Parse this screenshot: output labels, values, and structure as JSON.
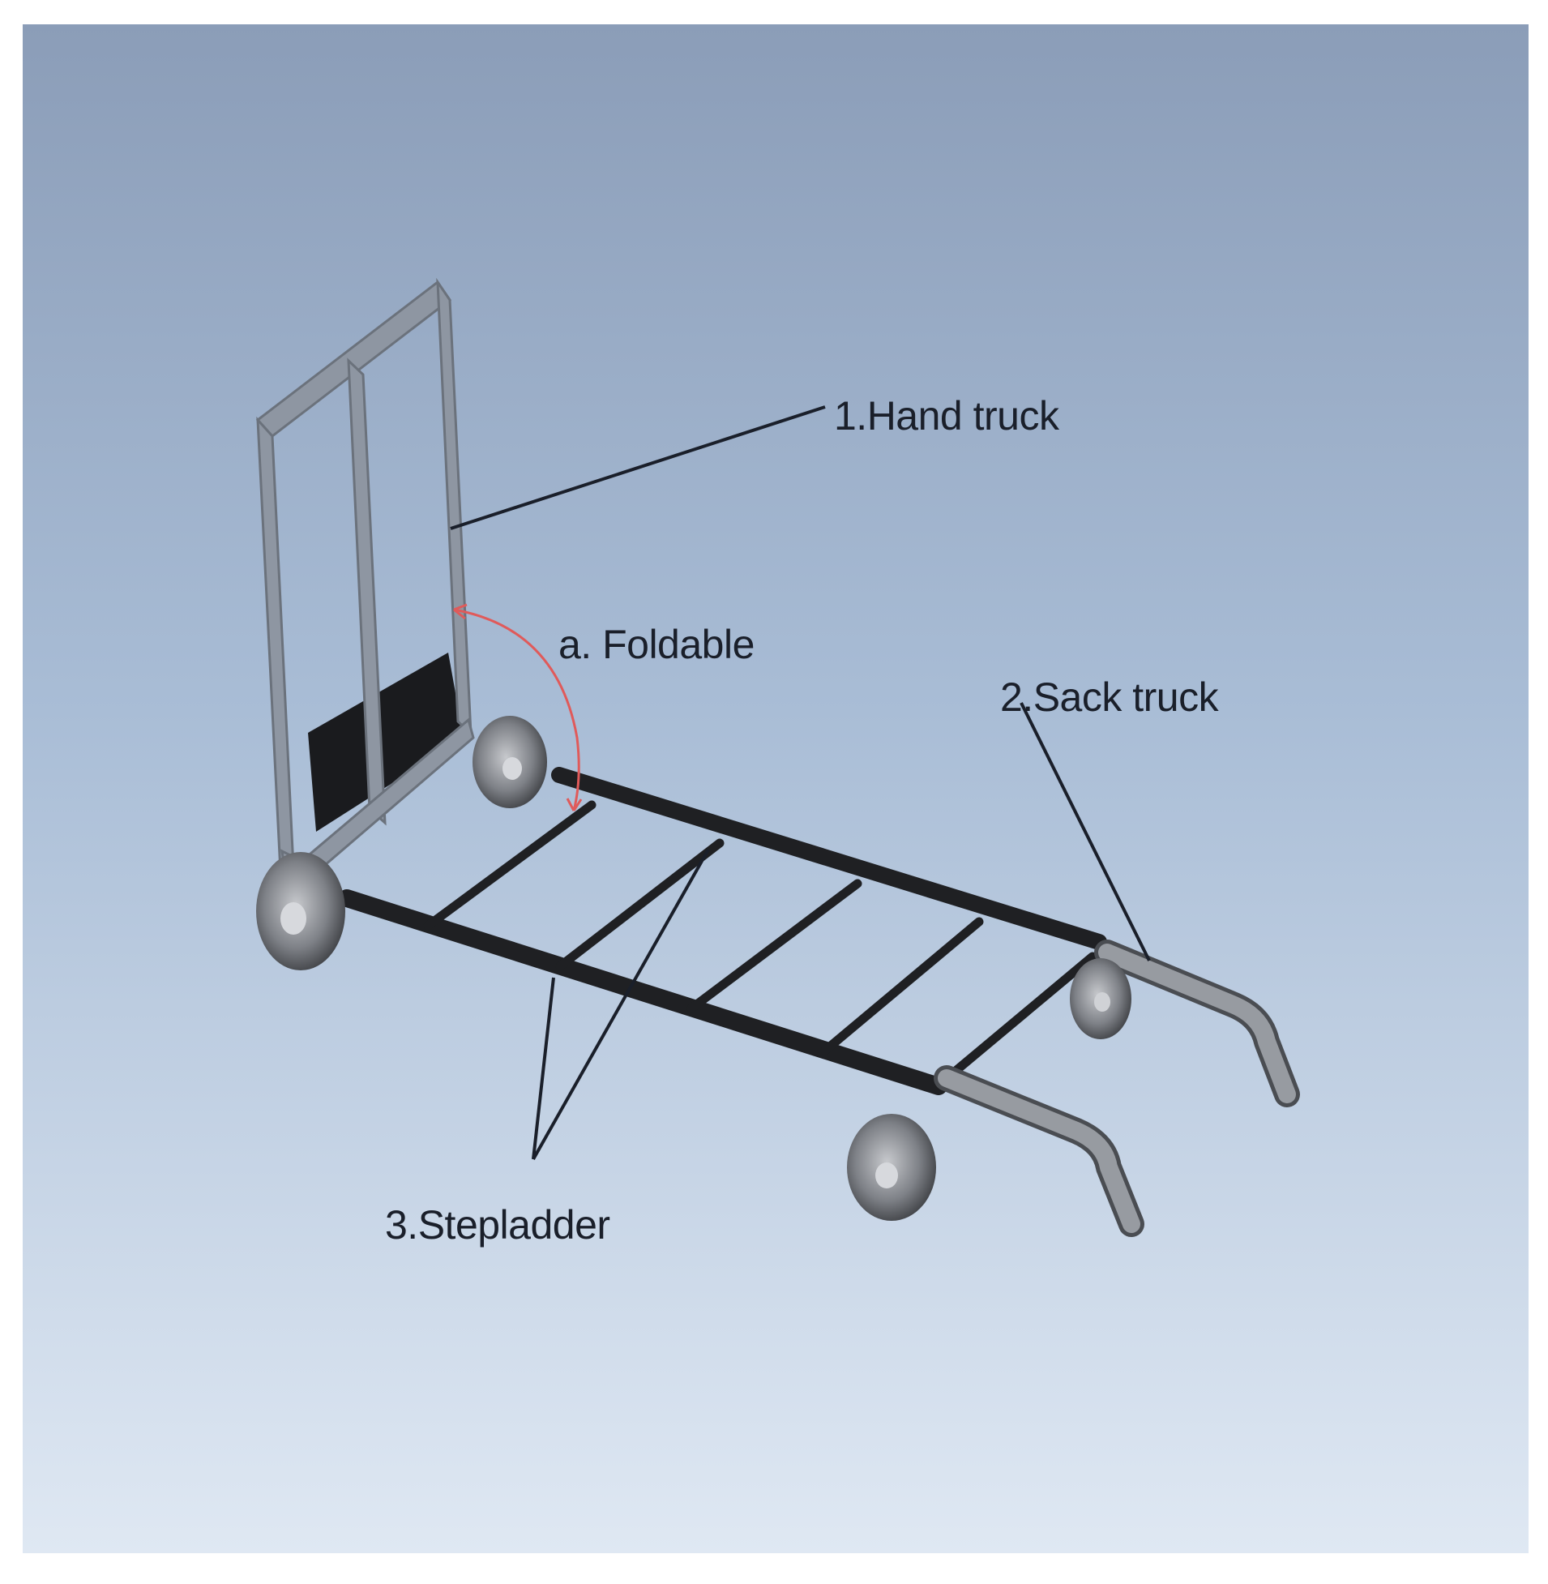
{
  "figure": {
    "background_top": "#8b9db8",
    "background_bottom": "#e1e9f4",
    "frame_color": "#8e96a2",
    "tube_color": "#1f2023",
    "arc_color": "#e05a5a",
    "labels": {
      "hand_truck": "1.Hand truck",
      "foldable": "a. Foldable",
      "sack_truck": "2.Sack truck",
      "stepladder": "3.Stepladder"
    }
  }
}
